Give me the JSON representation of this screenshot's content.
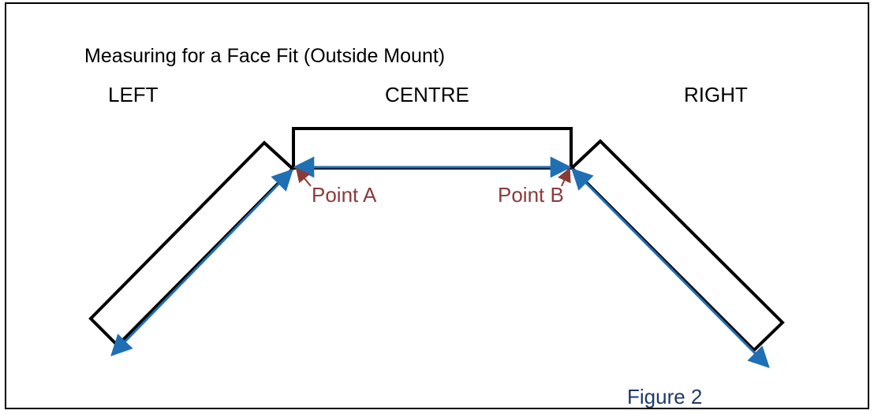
{
  "title": "Measuring for a Face Fit (Outside Mount)",
  "sections": {
    "left": "LEFT",
    "centre": "CENTRE",
    "right": "RIGHT"
  },
  "points": {
    "a": "Point A",
    "b": "Point B"
  },
  "caption": "Figure 2",
  "colors": {
    "outline": "#000000",
    "measure_arrow": "#1f6fb5",
    "point_label": "#8b3a3a",
    "caption": "#1f3a6b"
  }
}
